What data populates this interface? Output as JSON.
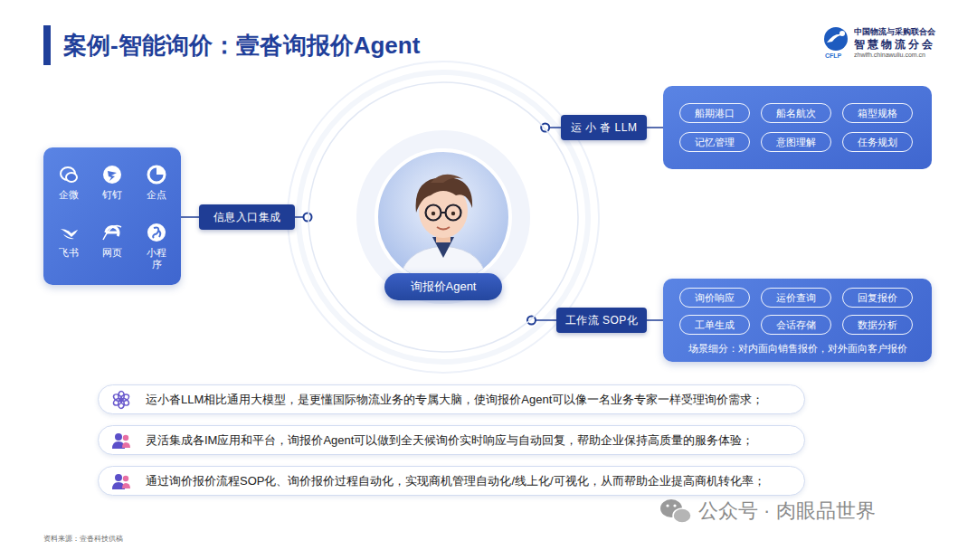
{
  "diagram": {
    "title": "案例-智能询价：壹沓询报价Agent",
    "nodes": [
      {
        "text": [
          "企微",
          "钉钉",
          "企点",
          "飞书",
          "网页",
          "小程序"
        ]
      },
      {
        "text": [
          "信息入口集成"
        ]
      },
      {
        "text": [
          "询报价Agent"
        ]
      },
      {
        "text": [
          "运 小 沓 LLM"
        ]
      },
      {
        "text": [
          "船期港口"
        ]
      },
      {
        "text": [
          "船名航次"
        ]
      },
      {
        "text": [
          "箱型规格"
        ]
      },
      {
        "text": [
          "记忆管理"
        ]
      },
      {
        "text": [
          "意图理解"
        ]
      },
      {
        "text": [
          "任务规划"
        ]
      },
      {
        "text": [
          "工作流 SOP化"
        ]
      },
      {
        "text": [
          "场景细分：对内面向销售报价，对外面向客户报价"
        ]
      },
      {
        "text": [
          "询价响应"
        ],
        "in": 11
      },
      {
        "text": [
          "运价查询"
        ],
        "in": 11
      },
      {
        "text": [
          "回复报价"
        ],
        "in": 11
      },
      {
        "text": [
          "工单生成"
        ],
        "in": 11
      },
      {
        "text": [
          "会话存储"
        ],
        "in": 11
      },
      {
        "text": [
          "数据分析"
        ],
        "in": 11
      },
      {
        "text": [
          "运小沓LLM相比通用大模型，是更懂国际物流业务的专属大脑，使询报价Agent可以像一名业务专家一样受理询价需求；"
        ]
      },
      {
        "text": [
          "灵活集成各IM应用和平台，询报价Agent可以做到全天候询价实时响应与自动回复，帮助企业保持高质量的服务体验；"
        ]
      },
      {
        "text": [
          "通过询价报价流程SOP化、询价报价过程自动化，实现商机管理自动化/线上化/可视化，从而帮助企业提高商机转化率；"
        ]
      }
    ],
    "edges": [
      {
        "from": 0,
        "to": 1,
        "arrow": "none"
      },
      {
        "from": 1,
        "to": 2,
        "arrow": "none"
      },
      {
        "from": 2,
        "to": 3,
        "arrow": "none"
      },
      {
        "from": 2,
        "to": 10,
        "arrow": "none"
      },
      {
        "from": 10,
        "to": 11,
        "arrow": "none"
      }
    ],
    "labels": [
      "中国物流与采购联合会",
      "智慧物流分会",
      "zhwlfh.chinawuliu.com.cn",
      "CFLP",
      "资料来源：壹沓科技供稿",
      "公众号 · 肉眼品世界"
    ]
  }
}
